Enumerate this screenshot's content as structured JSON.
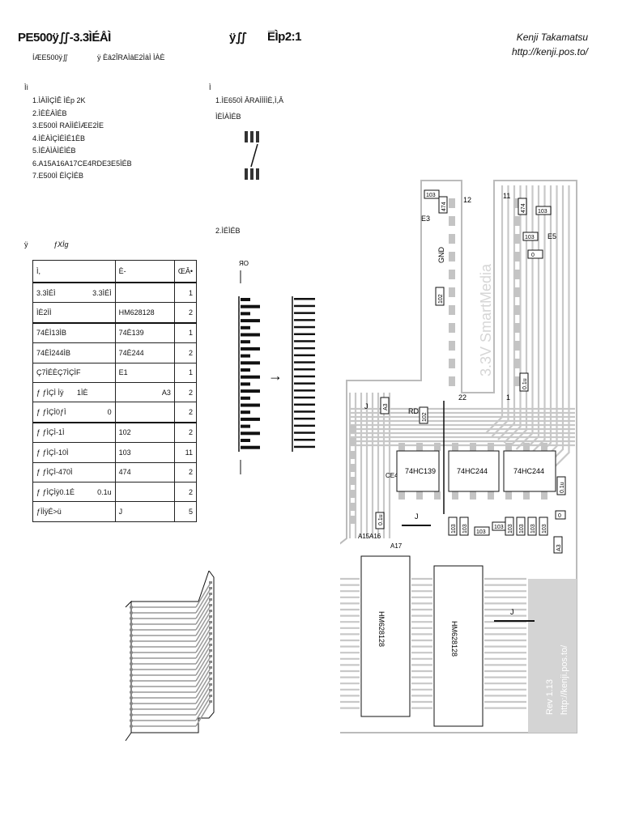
{
  "header": {
    "title_left": "ΡΕ500ÿ∬-3.3ÌÉÅÌ",
    "title_mid": "ÿ∬",
    "title_right": "E̅Ìp2:1",
    "subtitle_left": "ÍÆΕ500ÿ∬",
    "subtitle_right": "ÿ Èâ2ÎRAÌâE2ÌâÌ ÌÀÈ",
    "author": "Kenji Takamatsu",
    "url": "http://kenji.pos.to/"
  },
  "left_section": {
    "heading": "Ìì",
    "steps": [
      "1.ÌÀÌÌÇÌÊ ÌÉp 2K",
      "2.ÌÈÈÀÌÉB",
      "3.E500Ì RAÌÌÉÌÆE2ÌE",
      "4.ÌÈÀÌÇÌÈÌÉ1ÈB",
      "5.ÌÈÀÌÀÌÉÌÉB",
      "6.A15A16A17CE4RDE3E5ÌÉB",
      "7.E500Ì ÈÌÇÌÉB"
    ]
  },
  "right_section": {
    "heading": "Ì",
    "step1": "1.ÌE650Ì ÂRAÌÌÌÌÈ,Ì,Â",
    "step1b": "ÌÈÌÀÌÉB",
    "step2": "2.ÌÉÌÉB"
  },
  "parts_table": {
    "heading_a": "ÿ",
    "heading_b": "ƒXÌg",
    "columns": [
      "Ì,",
      "È-",
      "ŒÂ•"
    ],
    "rows": [
      {
        "name": "3.3ÌÉÌ",
        "name2": "3.3ÌÉÌ",
        "part": "",
        "qty": "1"
      },
      {
        "name": "ÌÈ2ÌÌ",
        "name2": "",
        "part": "HM628128",
        "qty": "2"
      },
      {
        "name": "74ÈÌ13ÌB",
        "name2": "",
        "part": "74È139",
        "qty": "1"
      },
      {
        "name": "74ÈÌ244ÌB",
        "name2": "",
        "part": "74È244",
        "qty": "2"
      },
      {
        "name": "Ç7ÌÉÈÇ7ÌÇÌF",
        "name2": "",
        "part": "E1",
        "qty": "1"
      },
      {
        "name": "ƒ ƒÌÇÌ Ìÿ",
        "name2": "1ÌÈ",
        "part": "A3",
        "qty": "2"
      },
      {
        "name": "ƒ ƒÌÇÌ0ƒÌ",
        "name2": "0",
        "part": "",
        "qty": "2"
      },
      {
        "name": "ƒ ƒÌÇÌ-1Ì",
        "name2": "",
        "part": "102",
        "qty": "2"
      },
      {
        "name": "ƒ ƒÌÇÌ-10Ì",
        "name2": "",
        "part": "103",
        "qty": "11"
      },
      {
        "name": "ƒ ƒÌÇÌ-470Ì",
        "name2": "",
        "part": "474",
        "qty": "2"
      },
      {
        "name": "ƒ ƒÌÇÌÿ0.1É",
        "name2": "0.1u",
        "part": "",
        "qty": "2"
      },
      {
        "name": "ƒÌÌÿÉ>ü",
        "name2": "",
        "part": "J",
        "qty": "5"
      }
    ]
  },
  "pcb": {
    "label_smartmedia": "3.3V SmartMedia",
    "label_rev": "Rev 1.13",
    "label_url": "http://kenji.pos.to/",
    "ic1": "74HC139",
    "ic2": "74HC244",
    "ic3": "74HC244",
    "ram1": "HM628128",
    "ram2": "HM628128",
    "pin12": "12",
    "pin11": "11",
    "pin22": "22",
    "pin1": "1",
    "label_gnd": "GND",
    "label_e3": "E3",
    "label_e5": "E5",
    "label_rd": "RD",
    "label_ce4": "CE4",
    "label_a15": "A15",
    "label_a16": "A16",
    "label_a17": "A17",
    "label_j": "J",
    "res_103": "103",
    "res_102": "102",
    "res_474": "474",
    "res_0": "0",
    "res_a3": "A3",
    "res_01u": "0.1u"
  },
  "diagram": {
    "arrow": "→",
    "label": "ЯО"
  }
}
